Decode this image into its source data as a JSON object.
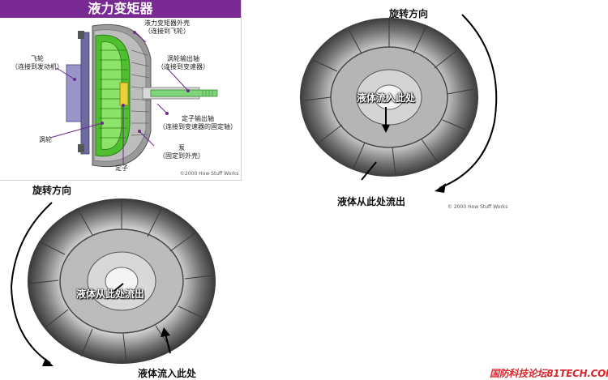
{
  "panel1": {
    "title": "液力变矩器",
    "labels": {
      "housing": [
        "液力变矩器外壳",
        "（连接到飞轮）"
      ],
      "flywheel": [
        "飞轮",
        "（连接到发动机）"
      ],
      "turbine_shaft": [
        "涡轮输出轴",
        "（连接到变速器）"
      ],
      "stator_shaft": [
        "定子输出轴",
        "（连接到变速器的固定轴）"
      ],
      "turbine": "涡轮",
      "pump": [
        "泵",
        "（固定到外壳）"
      ],
      "stator": "定子"
    },
    "copyright": "©2000 How Stuff Works"
  },
  "panel2": {
    "rotation_label": "旋转方向",
    "center_label": "液体流入此处",
    "bottom_label": "液体从此处流出",
    "copyright": "© 2000 How Stuff Works"
  },
  "panel3": {
    "rotation_label": "旋转方向",
    "center_label": "液体从此处流出",
    "bottom_label": "液体流入此处"
  },
  "watermark": "国防科技论坛81TECH.COM",
  "colors": {
    "header": "#7a2a93",
    "turbine_green": "#4fbf2f",
    "shaft_green": "#7fd57a",
    "flywheel_purple": "#9a95c9",
    "watermark_red": "#d8262c"
  }
}
